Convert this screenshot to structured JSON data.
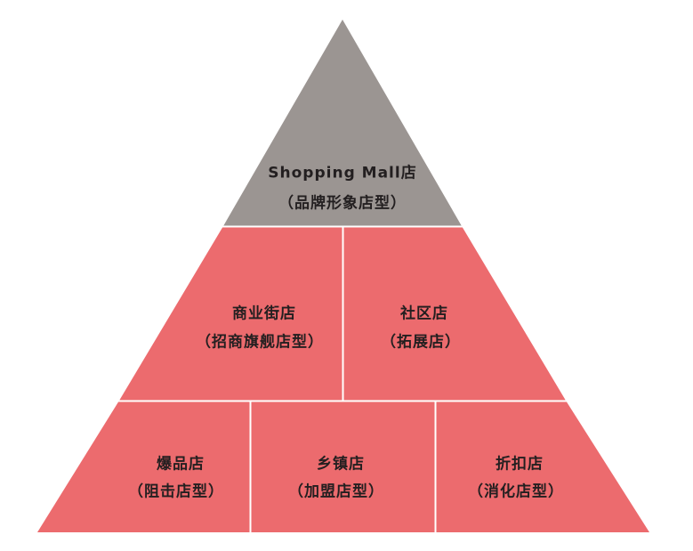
{
  "colors": {
    "top": "#9b9592",
    "tier": "#ec6b6e",
    "divider": "#ffffff"
  },
  "tiers": [
    {
      "cells": [
        {
          "name": "Shopping Mall店",
          "type": "（品牌形象店型）"
        }
      ]
    },
    {
      "cells": [
        {
          "name": "商业街店",
          "type": "（招商旗舰店型）"
        },
        {
          "name": "社区店",
          "type": "（拓展店）"
        }
      ]
    },
    {
      "cells": [
        {
          "name": "爆品店",
          "type": "（阻击店型）"
        },
        {
          "name": "乡镇店",
          "type": "（加盟店型）"
        },
        {
          "name": "折扣店",
          "type": "（消化店型）"
        }
      ]
    }
  ]
}
